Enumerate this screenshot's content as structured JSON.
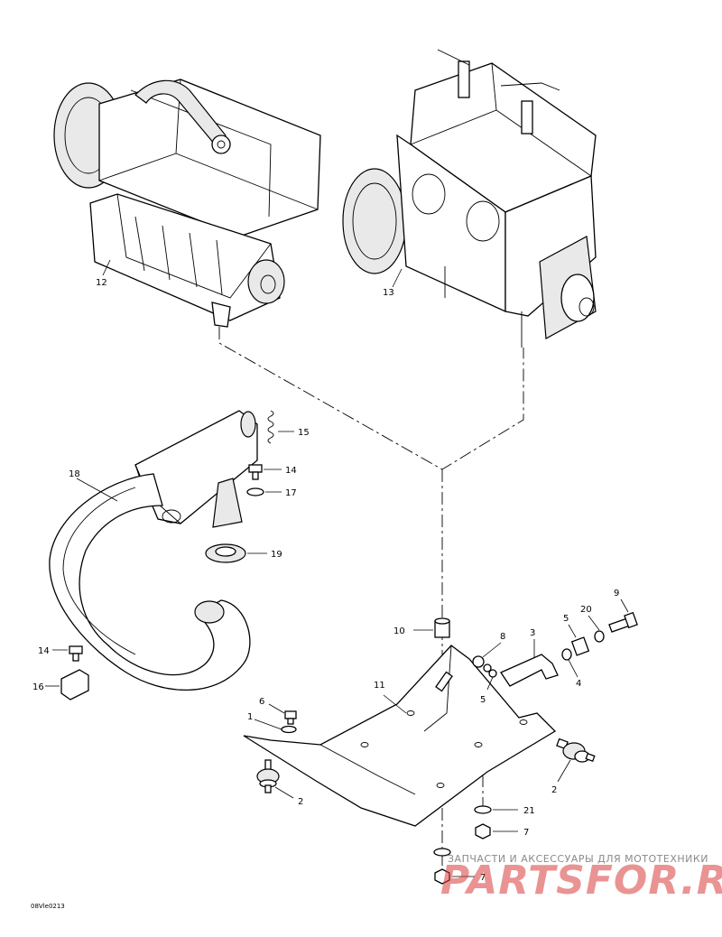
{
  "callouts": {
    "c12": "12",
    "c13": "13",
    "c15": "15",
    "c18": "18",
    "c14a": "14",
    "c17": "17",
    "c19": "19",
    "c10": "10",
    "c8": "8",
    "c3": "3",
    "c5a": "5",
    "c20": "20",
    "c9": "9",
    "c4": "4",
    "c5b": "5",
    "c14b": "14",
    "c16": "16",
    "c11": "11",
    "c6": "6",
    "c1": "1",
    "c2a": "2",
    "c2b": "2",
    "c21": "21",
    "c7a": "7",
    "c7b": "7"
  },
  "figure_code": "08Vle0213",
  "watermark": {
    "tagline": "ЗАПЧАСТИ И АКСЕССУАРЫ ДЛЯ МОТОТЕХНИКИ",
    "logo": "PARTSFOR.RU"
  },
  "colors": {
    "line": "#000000",
    "watermark_red": "#d93b3b",
    "watermark_gray": "#8a8a8a"
  }
}
